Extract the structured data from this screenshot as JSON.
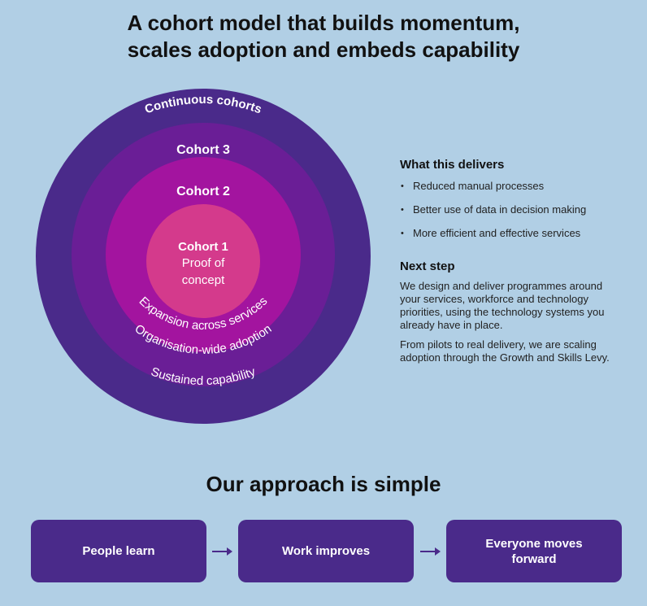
{
  "header": {
    "title_line1": "A cohort model that builds momentum,",
    "title_line2": "scales adoption and embeds capability"
  },
  "rings": {
    "continuous": "Continuous cohorts",
    "cohort3": "Cohort 3",
    "cohort2": "Cohort 2",
    "cohort1_title": "Cohort 1",
    "cohort1_line1": "Proof of",
    "cohort1_line2": "concept",
    "arc_expansion": "Expansion across services",
    "arc_organisation": "Organisation-wide adoption",
    "arc_sustained": "Sustained capability"
  },
  "colors": {
    "background": "#b1cfe5",
    "ring_outer": "#4a2a8a",
    "ring_3": "#6a1e96",
    "ring_2": "#a3149f",
    "ring_inner": "#d43a8c"
  },
  "delivers": {
    "heading": "What this delivers",
    "items": [
      "Reduced manual processes",
      "Better use of data in decision making",
      "More efficient and effective services"
    ]
  },
  "next_step": {
    "heading": "Next step",
    "paragraph1": "We design and deliver programmes around your services, workforce and technology priorities, using the technology systems you already have in place.",
    "paragraph2": "From pilots to real delivery, we are scaling adoption through the Growth and Skills Levy."
  },
  "approach": {
    "title": "Our approach is simple",
    "steps": [
      "People learn",
      "Work improves",
      "Everyone moves forward"
    ]
  }
}
